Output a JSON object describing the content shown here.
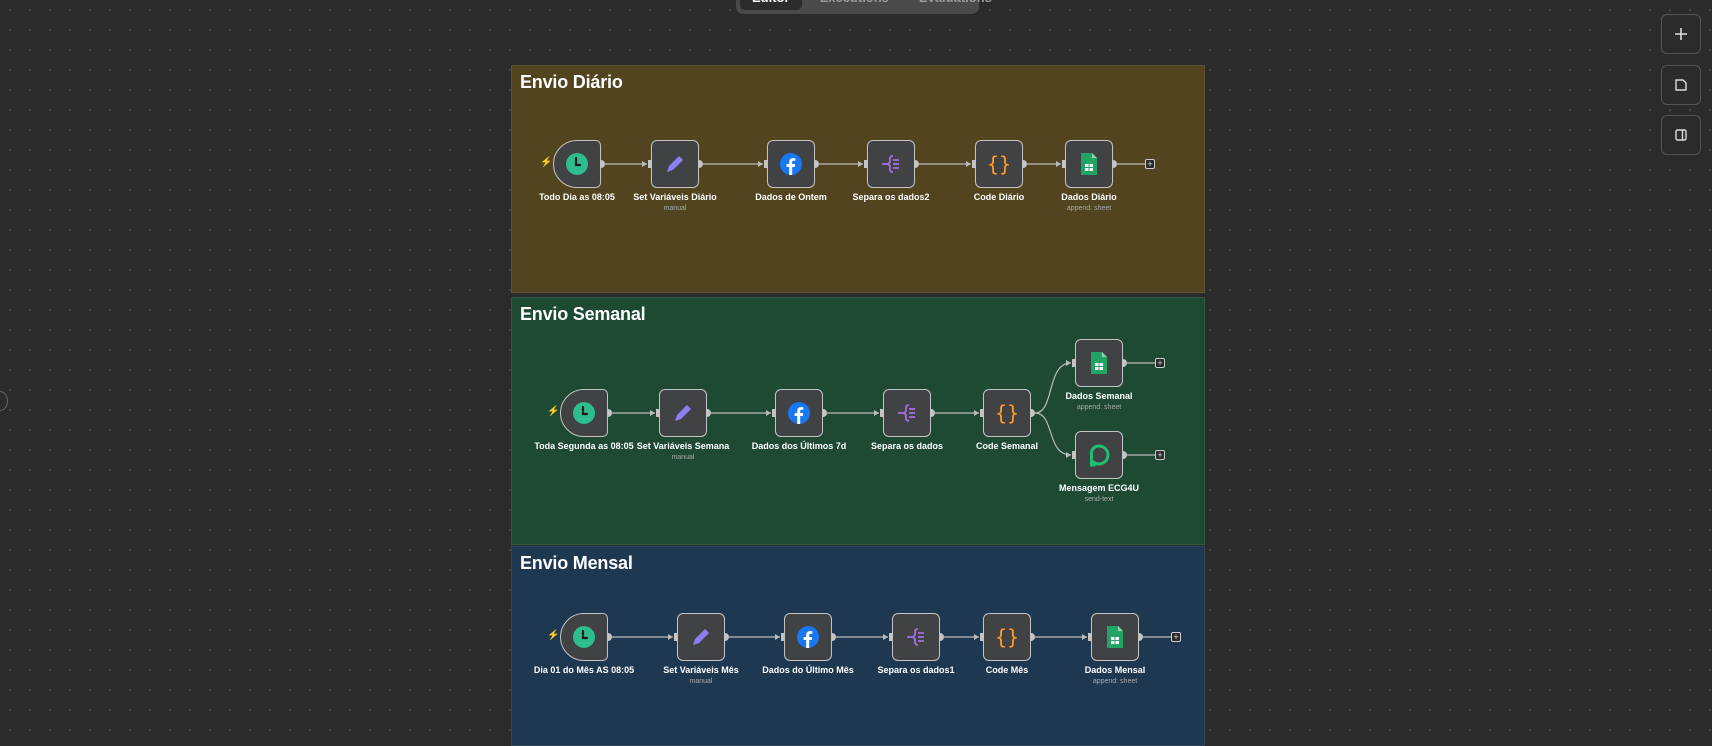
{
  "tabs": [
    {
      "label": "Editor",
      "active": true
    },
    {
      "label": "Executions"
    },
    {
      "label": "Evaluations"
    }
  ],
  "right_toolbar": [
    {
      "icon": "plus-icon"
    },
    {
      "icon": "sticky-note-icon"
    },
    {
      "icon": "panel-toggle-icon"
    }
  ],
  "colors": {
    "daily": "#51441f",
    "weekly": "#1e4a34",
    "monthly": "#1f3851",
    "node_bg": "#414244"
  },
  "groups": [
    {
      "title": "Envio Diário",
      "nodes": [
        {
          "name": "Todo Dia as 08:05",
          "icon": "clock-icon",
          "trigger": true
        },
        {
          "name": "Set Variáveis Diário",
          "sub": "manual",
          "icon": "pencil-icon"
        },
        {
          "name": "Dados de Ontem",
          "icon": "facebook-icon"
        },
        {
          "name": "Separa os dados2",
          "icon": "split-icon"
        },
        {
          "name": "Code Diário",
          "icon": "code-icon"
        },
        {
          "name": "Dados Diário",
          "sub": "append: sheet",
          "icon": "sheets-icon"
        }
      ]
    },
    {
      "title": "Envio Semanal",
      "nodes": [
        {
          "name": "Toda Segunda as 08:05",
          "icon": "clock-icon",
          "trigger": true
        },
        {
          "name": "Set Variáveis Semana",
          "sub": "manual",
          "icon": "pencil-icon"
        },
        {
          "name": "Dados dos Últimos 7d",
          "icon": "facebook-icon"
        },
        {
          "name": "Separa os dados",
          "icon": "split-icon"
        },
        {
          "name": "Code Semanal",
          "icon": "code-icon"
        },
        {
          "name": "Dados Semanal",
          "sub": "append: sheet",
          "icon": "sheets-icon"
        },
        {
          "name": "Mensagem ECG4U",
          "sub": "send-text",
          "icon": "chat-icon"
        }
      ]
    },
    {
      "title": "Envio Mensal",
      "nodes": [
        {
          "name": "Dia 01 do Mês AS 08:05",
          "icon": "clock-icon",
          "trigger": true
        },
        {
          "name": "Set Variáveis Mês",
          "sub": "manual",
          "icon": "pencil-icon"
        },
        {
          "name": "Dados do Último Mês",
          "icon": "facebook-icon"
        },
        {
          "name": "Separa os dados1",
          "icon": "split-icon"
        },
        {
          "name": "Code Mês",
          "icon": "code-icon"
        },
        {
          "name": "Dados Mensal",
          "sub": "append: sheet",
          "icon": "sheets-icon"
        }
      ]
    }
  ]
}
